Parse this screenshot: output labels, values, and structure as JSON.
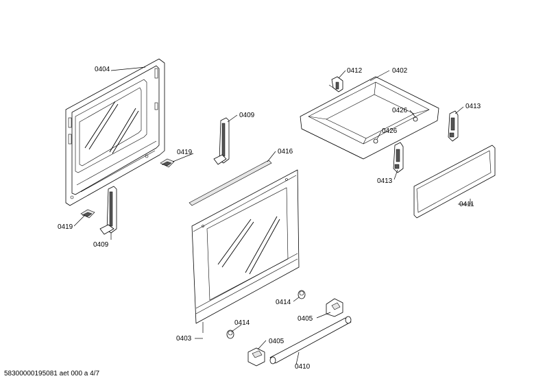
{
  "parts": [
    {
      "id": "lbl-0404",
      "text": "0404"
    },
    {
      "id": "lbl-0402",
      "text": "0402"
    },
    {
      "id": "lbl-0412",
      "text": "0412"
    },
    {
      "id": "lbl-0426a",
      "text": "0426"
    },
    {
      "id": "lbl-0426b",
      "text": "0426"
    },
    {
      "id": "lbl-0413a",
      "text": "0413"
    },
    {
      "id": "lbl-0413b",
      "text": "0413"
    },
    {
      "id": "lbl-0409a",
      "text": "0409"
    },
    {
      "id": "lbl-0409b",
      "text": "0409"
    },
    {
      "id": "lbl-0419a",
      "text": "0419"
    },
    {
      "id": "lbl-0419b",
      "text": "0419"
    },
    {
      "id": "lbl-0416",
      "text": "0416"
    },
    {
      "id": "lbl-0411",
      "text": "0411"
    },
    {
      "id": "lbl-0403",
      "text": "0403"
    },
    {
      "id": "lbl-0414a",
      "text": "0414"
    },
    {
      "id": "lbl-0414b",
      "text": "0414"
    },
    {
      "id": "lbl-0405a",
      "text": "0405"
    },
    {
      "id": "lbl-0405b",
      "text": "0405"
    },
    {
      "id": "lbl-0410",
      "text": "0410"
    }
  ],
  "footer": {
    "document_id": "58300000195081 aet 000 a 4/7"
  }
}
